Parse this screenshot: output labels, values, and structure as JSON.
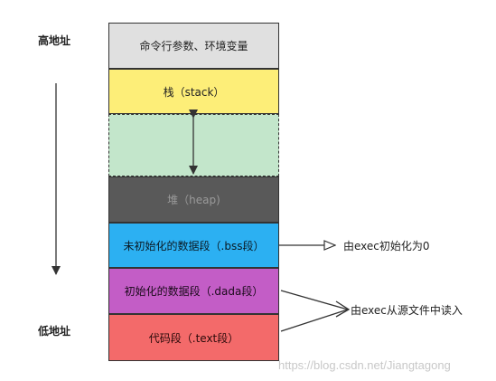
{
  "labels": {
    "high": "高地址",
    "low": "低地址"
  },
  "segments": [
    {
      "label": "命令行参数、环境变量",
      "color": "#e0e0e0",
      "text_color": "#222222"
    },
    {
      "label": "栈（stack）",
      "color": "#fdee78",
      "text_color": "#222222"
    },
    {
      "label": "",
      "color": "#c3e6cb",
      "text_color": "#222222"
    },
    {
      "label": "堆（heap)",
      "color": "#595959",
      "text_color": "#9a9a9a"
    },
    {
      "label": "未初始化的数据段（.bss段）",
      "color": "#2cb0f2",
      "text_color": "#0b1a24"
    },
    {
      "label": "初始化的数据段（.dada段）",
      "color": "#c35dc6",
      "text_color": "#1a0a1a"
    },
    {
      "label": "代码段（.text段）",
      "color": "#f36a6a",
      "text_color": "#2a0a0a"
    }
  ],
  "annotations": {
    "bss": "由exec初始化为0",
    "source": "由exec从源文件中读入"
  },
  "watermark": "https://blog.csdn.net/Jiangtagong"
}
